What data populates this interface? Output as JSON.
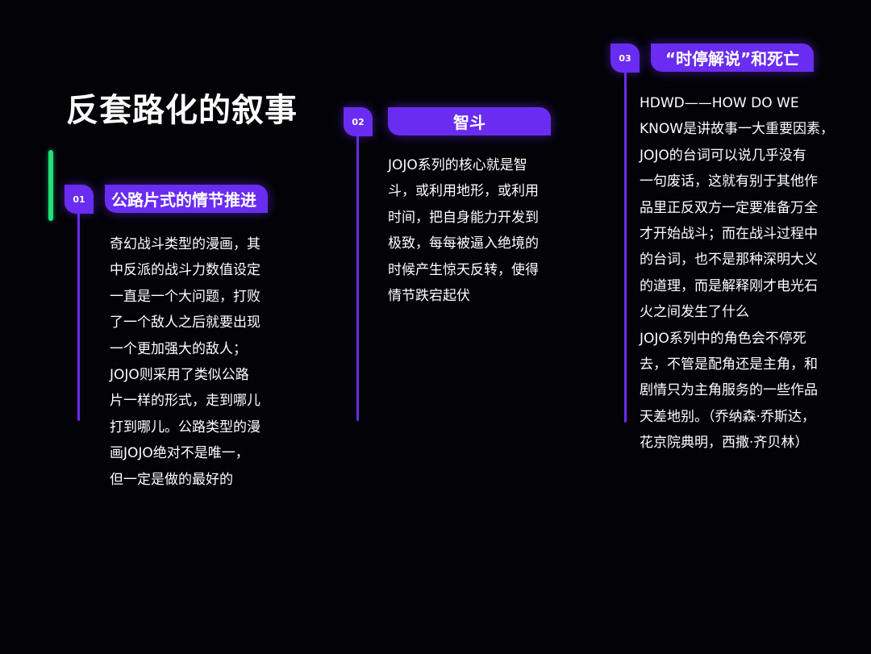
{
  "title": "反套路化的叙事",
  "colors": {
    "background": "#030307",
    "accent_purple": "#6a2cf0",
    "accent_green": "#22e07a",
    "text": "#ffffff"
  },
  "sections": [
    {
      "number": "01",
      "heading": "公路片式的情节推进",
      "body": "奇幻战斗类型的漫画，其\n中反派的战斗力数值设定\n一直是一个大问题，打败\n了一个敌人之后就要出现\n一个更加强大的敌人；\nJOJO则采用了类似公路\n片一样的形式，走到哪儿\n打到哪儿。公路类型的漫\n画JOJO绝对不是唯一，\n但一定是做的最好的"
    },
    {
      "number": "02",
      "heading": "智斗",
      "body": "JOJO系列的核心就是智\n斗，或利用地形，或利用\n时间，把自身能力开发到\n极致，每每被逼入绝境的\n时候产生惊天反转，使得\n情节跌宕起伏"
    },
    {
      "number": "03",
      "heading": "“时停解说”和死亡",
      "body": "HDWD——HOW DO WE\nKNOW是讲故事一大重要因素，\nJOJO的台词可以说几乎没有\n一句废话，这就有别于其他作\n品里正反双方一定要准备万全\n才开始战斗；而在战斗过程中\n的台词，也不是那种深明大义\n的道理，而是解释刚才电光石\n火之间发生了什么\nJOJO系列中的角色会不停死\n去，不管是配角还是主角，和\n剧情只为主角服务的一些作品\n天差地别。（乔纳森·乔斯达，\n花京院典明，西撒·齐贝林）"
    }
  ]
}
